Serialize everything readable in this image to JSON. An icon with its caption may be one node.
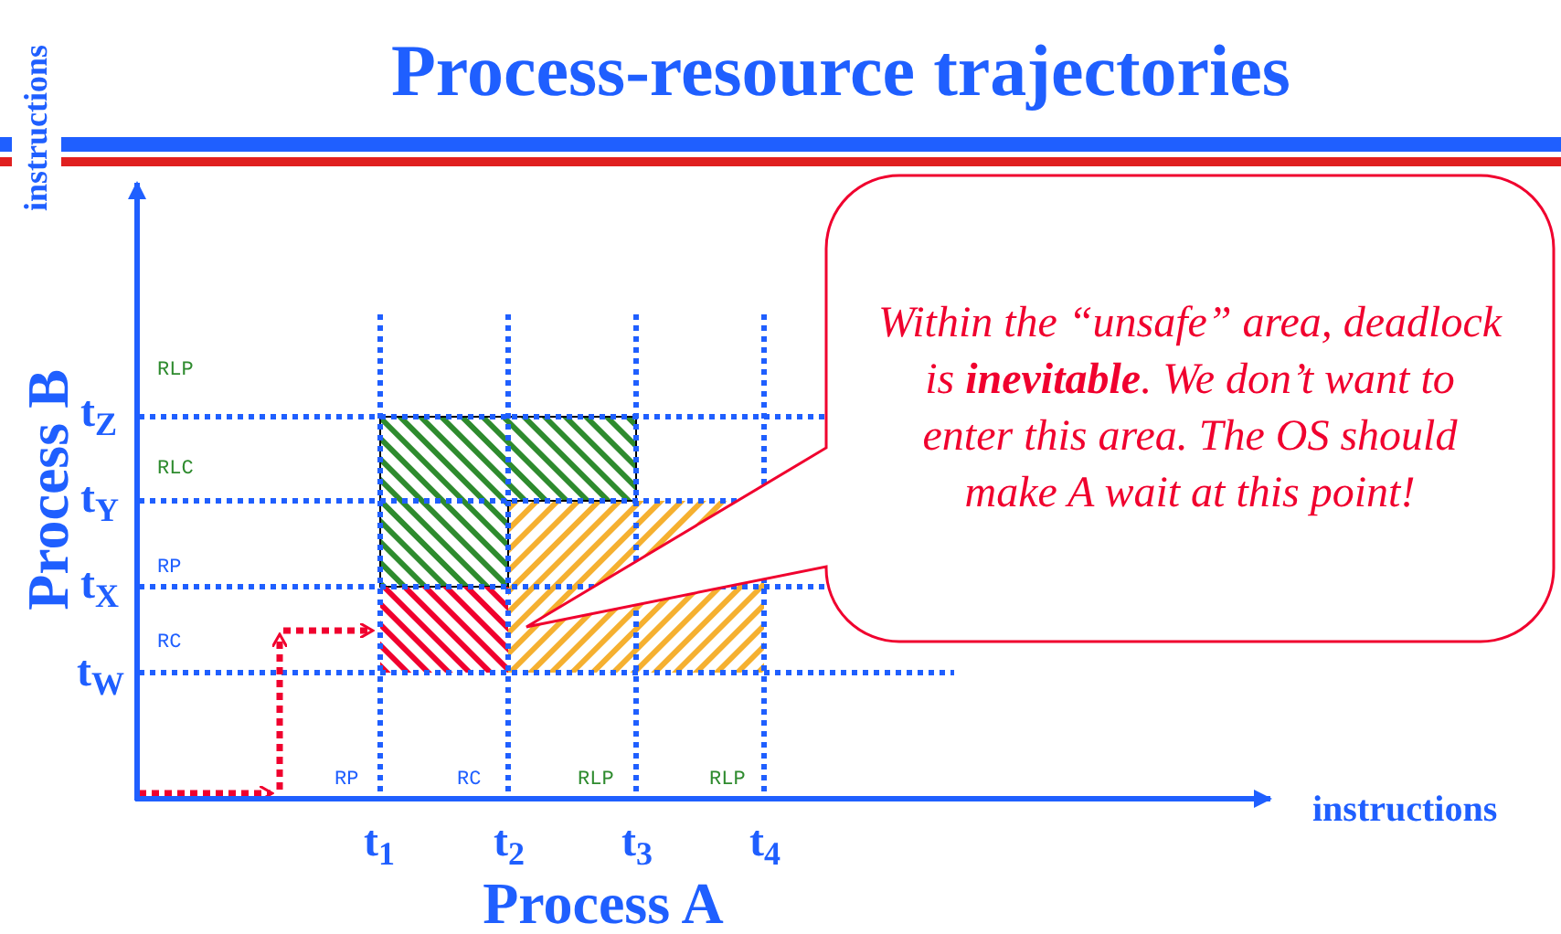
{
  "diagram": {
    "title": "Process-resource trajectories",
    "nodes": [
      {
        "text": [
          "Within the “unsafe” area, deadlock is **inevitable**. We don’t want to enter this area. The OS should make A wait at this point!"
        ]
      }
    ],
    "labels": [
      "instructions",
      "Process B",
      "RLP",
      "t$_{Z}$",
      "RLC",
      "t$_{Y}$",
      "RP",
      "t$_{X}$",
      "RC",
      "t$_{W}$",
      "RP",
      "RC",
      "RLP",
      "RLP",
      "instructions",
      "t$_{1}$",
      "t$_{2}$",
      "t$_{3}$",
      "t$_{4}$",
      "Process A"
    ]
  }
}
